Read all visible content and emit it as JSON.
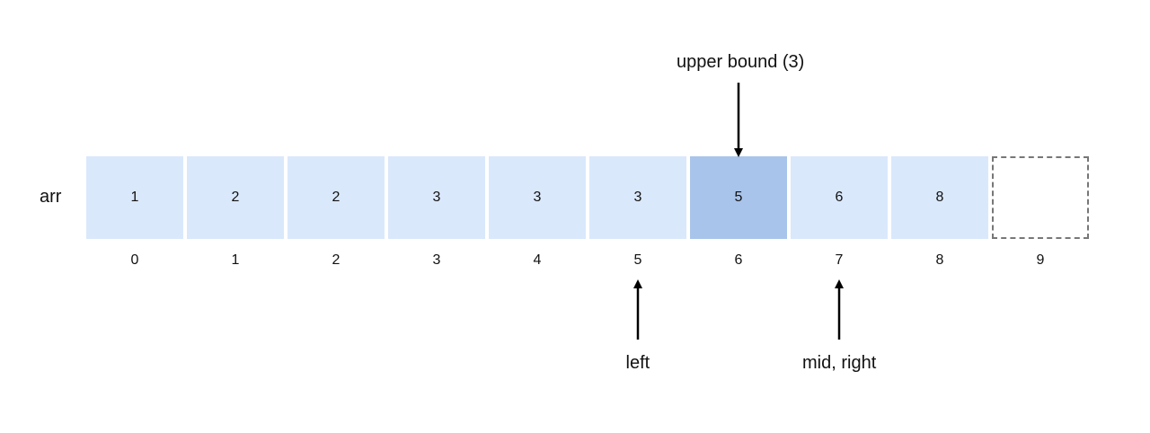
{
  "array_label": "arr",
  "cells": [
    {
      "value": "1",
      "index": "0",
      "highlighted": false
    },
    {
      "value": "2",
      "index": "1",
      "highlighted": false
    },
    {
      "value": "2",
      "index": "2",
      "highlighted": false
    },
    {
      "value": "3",
      "index": "3",
      "highlighted": false
    },
    {
      "value": "3",
      "index": "4",
      "highlighted": false
    },
    {
      "value": "3",
      "index": "5",
      "highlighted": false
    },
    {
      "value": "5",
      "index": "6",
      "highlighted": true
    },
    {
      "value": "6",
      "index": "7",
      "highlighted": false
    },
    {
      "value": "8",
      "index": "8",
      "highlighted": false
    },
    {
      "value": "",
      "index": "9",
      "highlighted": false,
      "empty": true
    }
  ],
  "annotations": {
    "upper_bound": {
      "text": "upper bound (3)",
      "cell_index": 6
    },
    "left": {
      "text": "left",
      "cell_index": 5
    },
    "mid_right": {
      "text": "mid, right",
      "cell_index": 7
    }
  },
  "colors": {
    "cell_fill": "#dae8fc",
    "highlight_fill": "#a9c4eb",
    "dashed_border": "#777777",
    "arrow": "#000000"
  }
}
